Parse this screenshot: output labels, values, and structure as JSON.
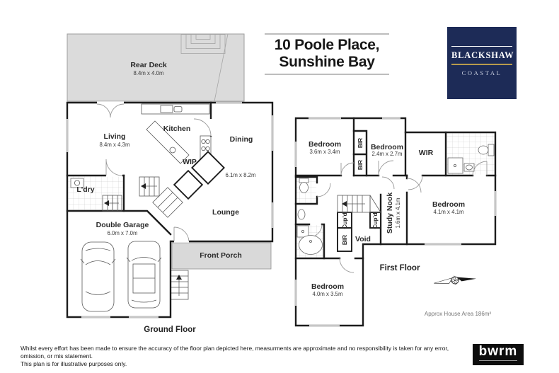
{
  "header": {
    "address_line1": "10 Poole Place,",
    "address_line2": "Sunshine Bay"
  },
  "agency": {
    "name": "BLACKSHAW",
    "division": "COASTAL",
    "navy": "#1d2b57",
    "gold": "#b89b4c"
  },
  "ground_floor": {
    "title": "Ground Floor",
    "rear_deck": {
      "name": "Rear Deck",
      "dims": "8.4m x 4.0m"
    },
    "living": {
      "name": "Living",
      "dims": "8.4m x 4.3m"
    },
    "kitchen": {
      "name": "Kitchen"
    },
    "dining": {
      "name": "Dining",
      "dims": "6.1m x 8.2m"
    },
    "wip": {
      "name": "WIP"
    },
    "laundry": {
      "name": "L'dry"
    },
    "lounge": {
      "name": "Lounge"
    },
    "garage": {
      "name": "Double Garage",
      "dims": "6.0m x 7.0m"
    },
    "front_porch": {
      "name": "Front Porch"
    }
  },
  "first_floor": {
    "title": "First Floor",
    "bedroom_1": {
      "name": "Bedroom",
      "dims": "3.6m x 3.4m"
    },
    "bedroom_2": {
      "name": "Bedroom",
      "dims": "2.4m x 2.7m"
    },
    "bedroom_3": {
      "name": "Bedroom",
      "dims": "4.1m x 4.1m"
    },
    "bedroom_4": {
      "name": "Bedroom",
      "dims": "4.0m x 3.5m"
    },
    "bir_1": {
      "name": "BIR"
    },
    "bir_2": {
      "name": "BIR"
    },
    "bir_3": {
      "name": "BIR"
    },
    "wir": {
      "name": "WIR"
    },
    "study_nook": {
      "name": "Study Nook",
      "dims": "1.6m x 4.1m"
    },
    "void": {
      "name": "Void"
    },
    "cupd_1": {
      "name": "Cup'd"
    },
    "cupd_2": {
      "name": "Cup'd"
    }
  },
  "annotations": {
    "house_area": "Approx House Area 186m²"
  },
  "disclaimer": {
    "line1": "Whilst every effort has been made to ensure the accuracy of the floor plan depicted here, measurments are approximate and no responsibility is taken for any error, omission, or mis statement.",
    "line2": "This plan is for illustrative purposes only."
  },
  "footer_brand": {
    "name": "bwrm"
  }
}
